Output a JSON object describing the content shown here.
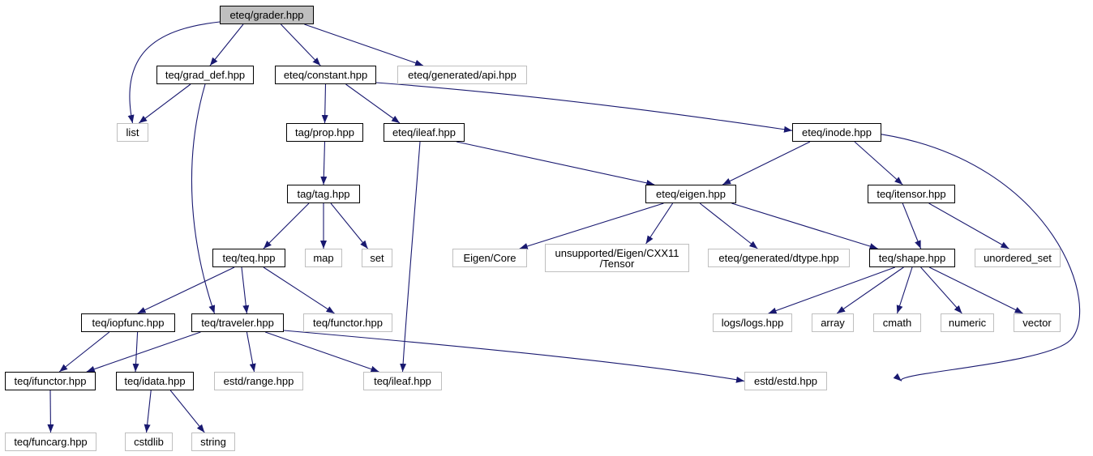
{
  "colors": {
    "edge": "#191970",
    "root_fill": "#bfbfbf",
    "external_border": "#bfbfbf",
    "internal_border": "#000000"
  },
  "nodes": {
    "grader": "eteq/grader.hpp",
    "grad_def": "teq/grad_def.hpp",
    "constant": "eteq/constant.hpp",
    "api": "eteq/generated/api.hpp",
    "list": "list",
    "prop": "tag/prop.hpp",
    "ileaf_eteq": "eteq/ileaf.hpp",
    "inode": "eteq/inode.hpp",
    "tag": "tag/tag.hpp",
    "eigen": "eteq/eigen.hpp",
    "itensor": "teq/itensor.hpp",
    "teq": "teq/teq.hpp",
    "map": "map",
    "set": "set",
    "eigen_core": "Eigen/Core",
    "cxx11_tensor": "unsupported/Eigen/CXX11\n/Tensor",
    "dtype": "eteq/generated/dtype.hpp",
    "shape": "teq/shape.hpp",
    "unordered_set": "unordered_set",
    "iopfunc": "teq/iopfunc.hpp",
    "traveler": "teq/traveler.hpp",
    "functor": "teq/functor.hpp",
    "logs": "logs/logs.hpp",
    "array": "array",
    "cmath": "cmath",
    "numeric": "numeric",
    "vector": "vector",
    "ifunctor": "teq/ifunctor.hpp",
    "idata": "teq/idata.hpp",
    "range": "estd/range.hpp",
    "ileaf_teq": "teq/ileaf.hpp",
    "estd": "estd/estd.hpp",
    "funcarg": "teq/funcarg.hpp",
    "cstdlib": "cstdlib",
    "string": "string"
  },
  "edges": [
    [
      "grader",
      "grad_def"
    ],
    [
      "grader",
      "constant"
    ],
    [
      "grader",
      "api"
    ],
    [
      "grader",
      "list"
    ],
    [
      "grad_def",
      "list"
    ],
    [
      "grad_def",
      "traveler"
    ],
    [
      "constant",
      "prop"
    ],
    [
      "constant",
      "ileaf_eteq"
    ],
    [
      "constant",
      "inode"
    ],
    [
      "prop",
      "tag"
    ],
    [
      "ileaf_eteq",
      "eigen"
    ],
    [
      "ileaf_eteq",
      "ileaf_teq"
    ],
    [
      "inode",
      "eigen"
    ],
    [
      "inode",
      "itensor"
    ],
    [
      "inode",
      "estd"
    ],
    [
      "tag",
      "teq"
    ],
    [
      "tag",
      "map"
    ],
    [
      "tag",
      "set"
    ],
    [
      "eigen",
      "eigen_core"
    ],
    [
      "eigen",
      "cxx11_tensor"
    ],
    [
      "eigen",
      "dtype"
    ],
    [
      "eigen",
      "shape"
    ],
    [
      "itensor",
      "shape"
    ],
    [
      "itensor",
      "unordered_set"
    ],
    [
      "teq",
      "iopfunc"
    ],
    [
      "teq",
      "traveler"
    ],
    [
      "teq",
      "functor"
    ],
    [
      "shape",
      "logs"
    ],
    [
      "shape",
      "array"
    ],
    [
      "shape",
      "cmath"
    ],
    [
      "shape",
      "numeric"
    ],
    [
      "shape",
      "vector"
    ],
    [
      "iopfunc",
      "ifunctor"
    ],
    [
      "iopfunc",
      "idata"
    ],
    [
      "traveler",
      "ifunctor"
    ],
    [
      "traveler",
      "range"
    ],
    [
      "traveler",
      "ileaf_teq"
    ],
    [
      "traveler",
      "estd"
    ],
    [
      "ifunctor",
      "funcarg"
    ],
    [
      "idata",
      "cstdlib"
    ],
    [
      "idata",
      "string"
    ]
  ]
}
